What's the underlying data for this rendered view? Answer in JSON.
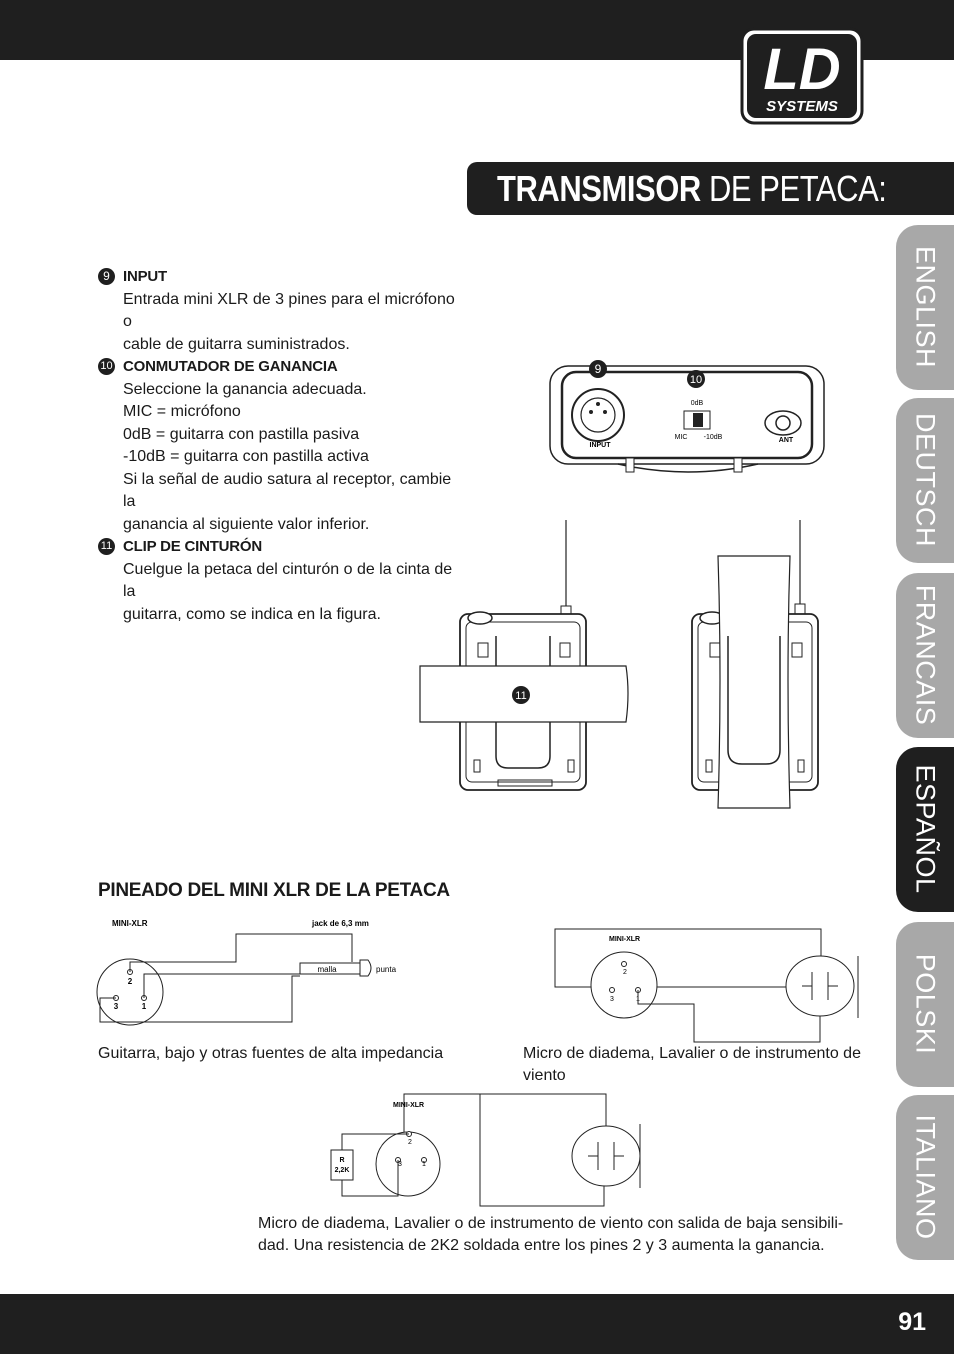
{
  "logo": {
    "main": "LD",
    "sub": "SYSTEMS"
  },
  "title": {
    "bold": "TRANSMISOR",
    "rest": " DE PETACA:"
  },
  "tabs": [
    "ENGLISH",
    "DEUTSCH",
    "FRANCAIS",
    "ESPAÑOL",
    "POLSKI",
    "ITALIANO"
  ],
  "items": [
    {
      "num": "9",
      "head": "INPUT",
      "lines": [
        "Entrada mini XLR de 3 pines para el micrófono o",
        "cable de guitarra suministrados."
      ]
    },
    {
      "num": "10",
      "head": "CONMUTADOR DE GANANCIA",
      "lines": [
        "Seleccione la ganancia adecuada.",
        "MIC = micrófono",
        "0dB = guitarra con pastilla pasiva",
        "-10dB = guitarra con pastilla activa",
        "Si la señal de audio satura al receptor, cambie la",
        "ganancia al siguiente valor inferior."
      ]
    },
    {
      "num": "11",
      "head": "CLIP DE CINTURÓN",
      "lines": [
        "Cuelgue la petaca del cinturón o de la cinta de la",
        "guitarra, como se indica en la figura."
      ]
    }
  ],
  "device": {
    "input_label": "INPUT",
    "switch_top": "0dB",
    "switch_mic": "MIC",
    "switch_10": "-10dB",
    "ant": "ANT",
    "marker9": "9",
    "marker10": "10",
    "marker11": "11"
  },
  "section_heading": "PINEADO DEL MINI XLR DE LA PETACA",
  "diagram1": {
    "xlr": "MINI-XLR",
    "jack": "jack de 6,3 mm",
    "malla": "malla",
    "punta": "punta",
    "pin2": "2",
    "pin3": "3",
    "pin1": "1"
  },
  "diagram2": {
    "xlr": "MINI-XLR",
    "pin2": "2",
    "pin3": "3",
    "pin1": "1"
  },
  "diagram3": {
    "xlr": "MINI-XLR",
    "r": "R",
    "rval": "2,2K",
    "pin2": "2",
    "pin3": "3",
    "pin1": "1"
  },
  "captions": {
    "c1": "Guitarra, bajo y otras fuentes de alta impedancia",
    "c2a": "Micro de diadema, Lavalier o de instrumento de",
    "c2b": "viento",
    "c3a": "Micro de diadema, Lavalier o de instrumento de viento con salida de baja sensibili-",
    "c3b": "dad. Una resistencia de 2K2 soldada entre los pines 2 y 3 aumenta la ganancia."
  },
  "page_number": "91"
}
